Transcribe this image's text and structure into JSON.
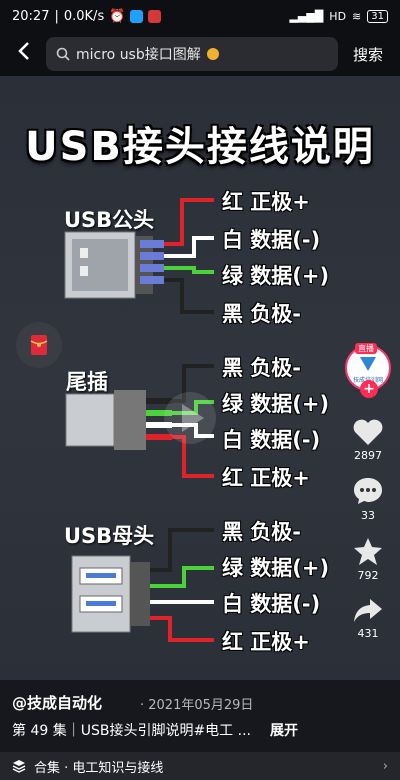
{
  "status": {
    "time": "20:27",
    "speed": "0.0K/s",
    "signal": "HD",
    "battery": "31"
  },
  "search": {
    "query": "micro usb接口图解",
    "button": "搜索"
  },
  "video": {
    "title": "USB接头接线说明",
    "sections": [
      {
        "name": "USB公头",
        "wires": [
          "红  正极+",
          "白  数据(-)",
          "绿  数据(+)",
          "黑  负极-"
        ]
      },
      {
        "name": "尾插",
        "wires": [
          "黑  负极-",
          "绿  数据(+)",
          "白  数据(-)",
          "红  正极+"
        ]
      },
      {
        "name": "USB母头",
        "wires": [
          "黑  负极-",
          "绿  数据(+)",
          "白  数据(-)",
          "红  正极+"
        ]
      }
    ],
    "colors": {
      "red": "#e0222a",
      "white": "#ffffff",
      "green": "#4cd23a",
      "black": "#222222"
    }
  },
  "sidebar": {
    "live": "直播",
    "channel": "技成培训网",
    "likes": "2897",
    "comments": "33",
    "favorites": "792",
    "shares": "431"
  },
  "meta": {
    "author": "@技成自动化",
    "date": "· 2021年05月29日",
    "description": "第 49 集｜USB接头引脚说明#电工 ...",
    "more": "展开",
    "collection": "合集 · 电工知识与接线"
  }
}
